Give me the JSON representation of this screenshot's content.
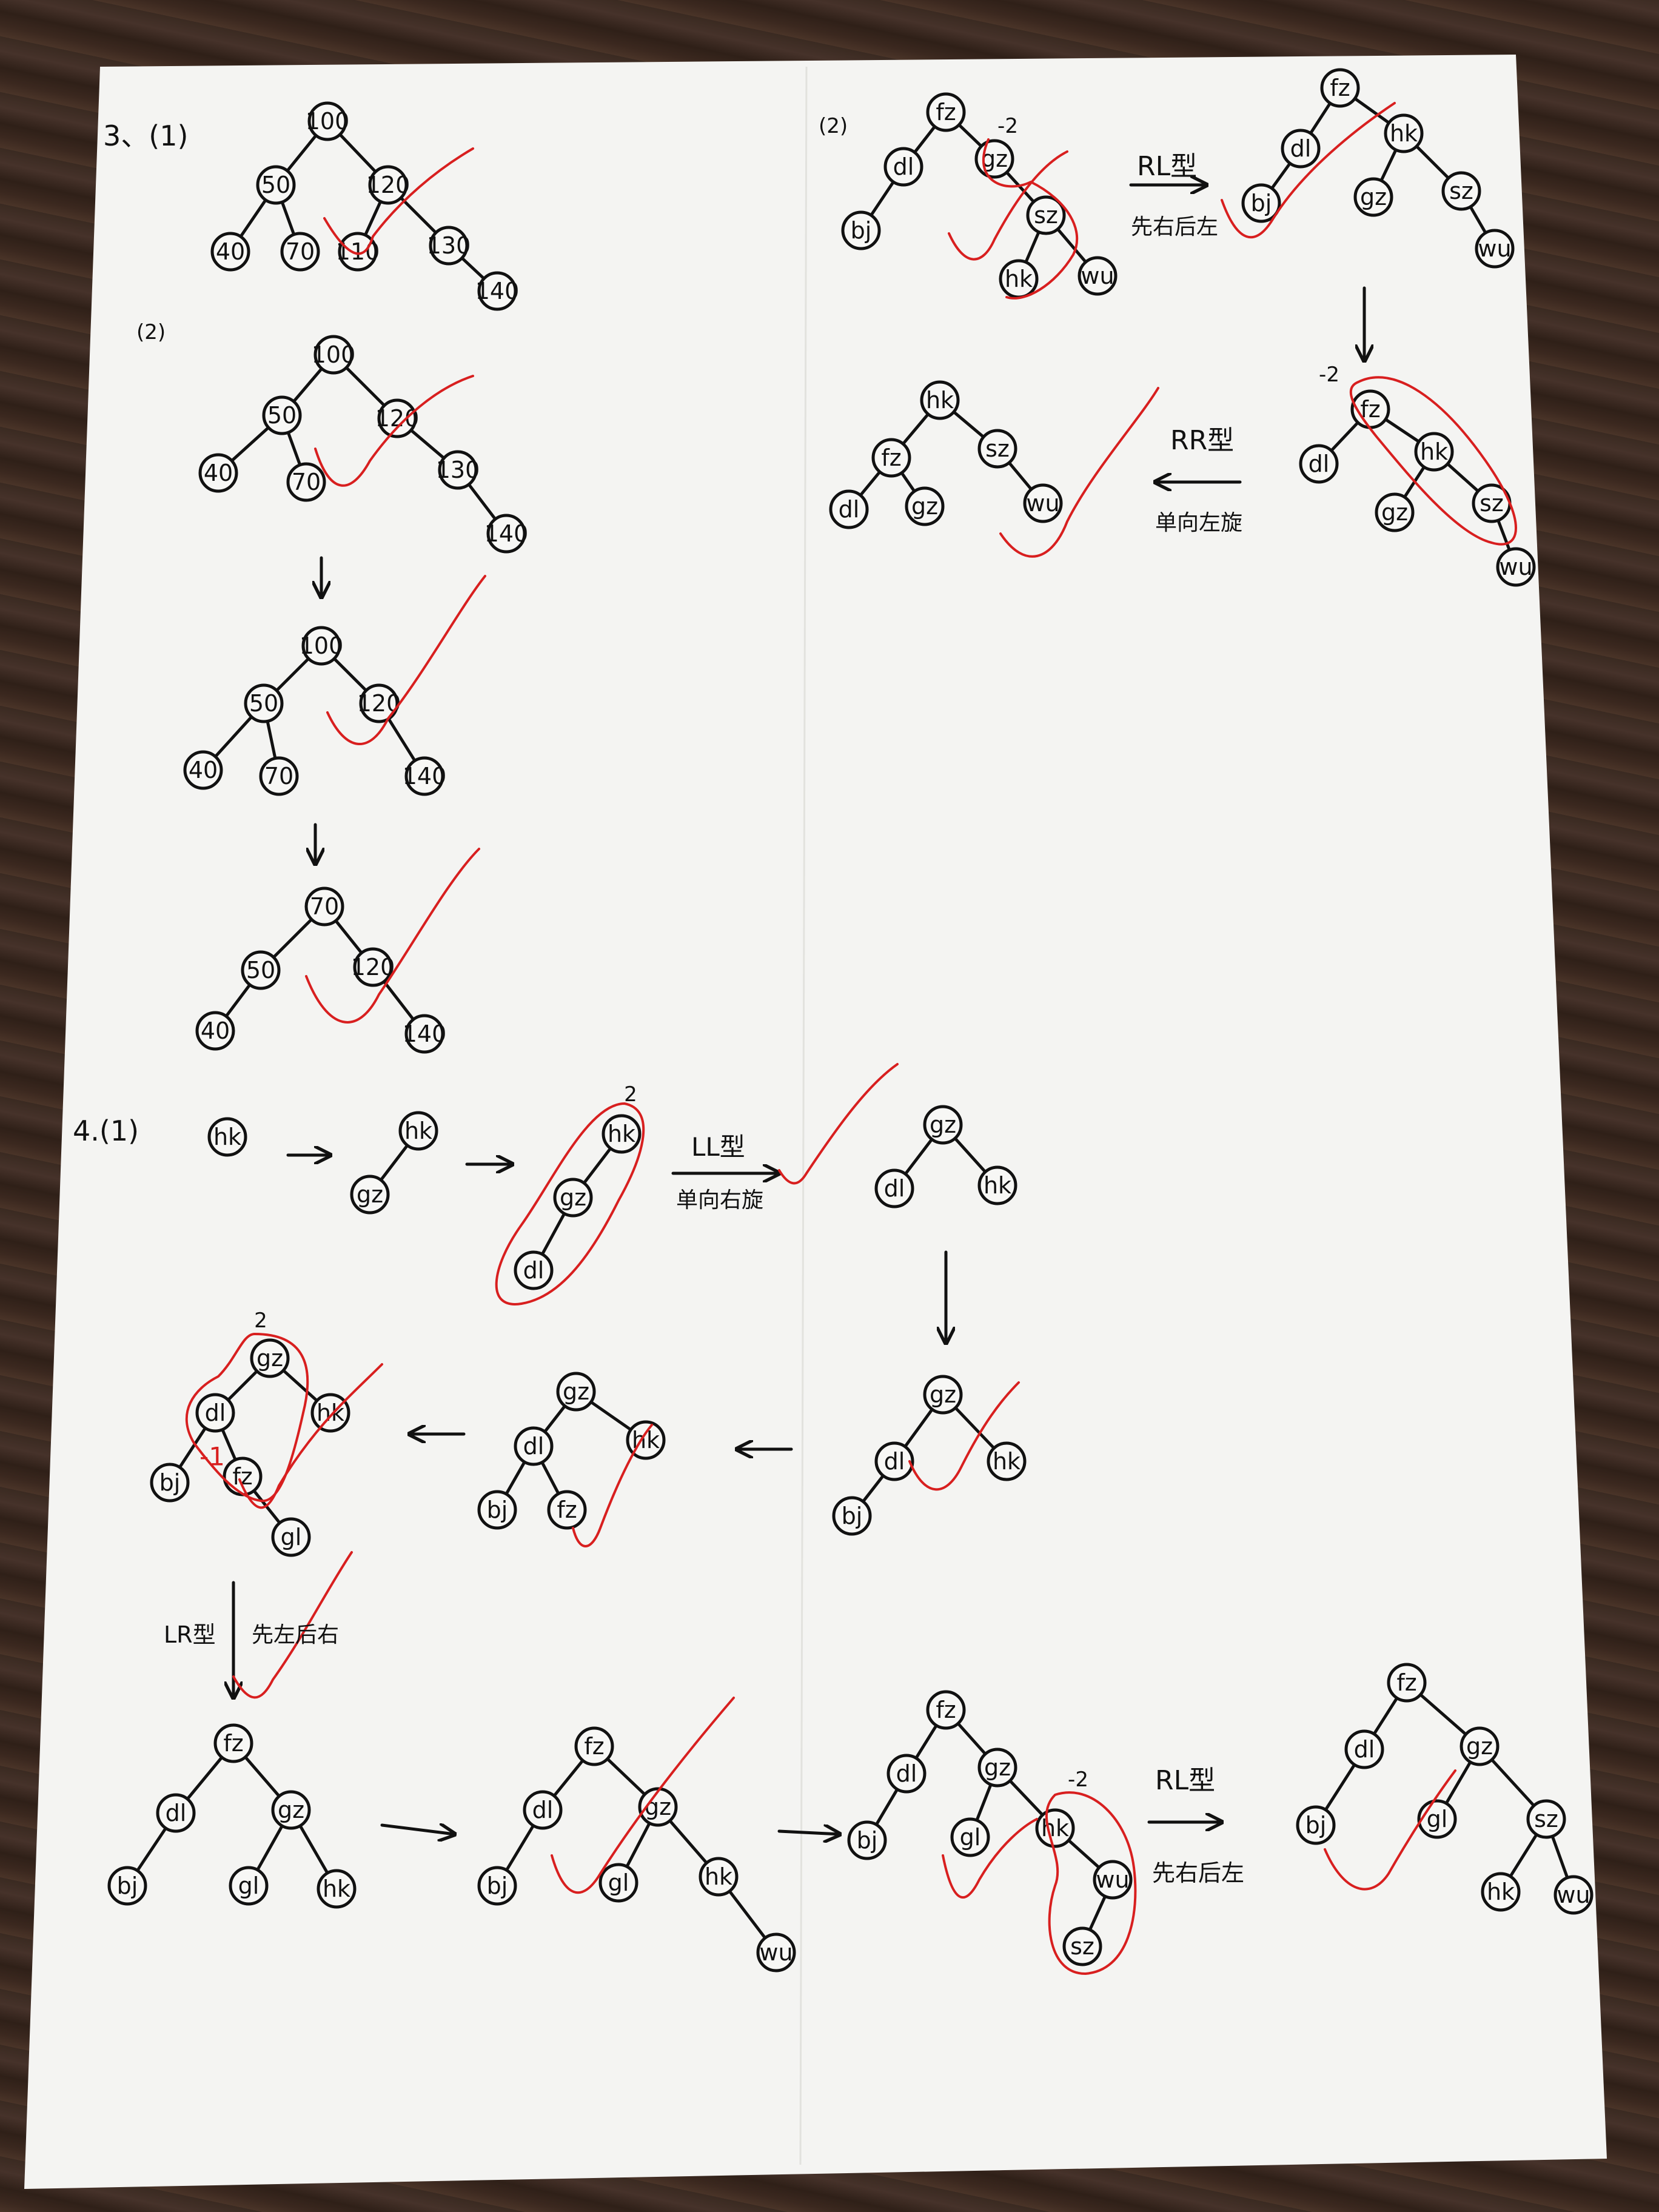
{
  "sections": {
    "q3_1": "3、(1)",
    "q3_2": "(2)",
    "q3_2b": "(2)",
    "q4_1": "4.(1)"
  },
  "rotation_labels": {
    "rl1_type": "RL型",
    "rl1_desc": "先右后左",
    "rr_type": "RR型",
    "rr_desc": "单向左旋",
    "ll_type": "LL型",
    "ll_desc": "单向右旋",
    "lr_type": "LR型",
    "lr_desc": "先左后右",
    "rl2_type": "RL型",
    "rl2_desc": "先右后左"
  },
  "balance_factors": {
    "bf_gz_top": "-2",
    "bf_fz": "-2",
    "bf_hk_ll": "2",
    "bf_gz_lr": "2",
    "bf_dl_lr": "-1",
    "bf_hk_rl2": "-2"
  },
  "trees": [
    {
      "name": "t3-1-bst",
      "nodes": [
        [
          "100",
          540,
          200
        ],
        [
          "50",
          455,
          305
        ],
        [
          "120",
          640,
          305
        ],
        [
          "40",
          380,
          415
        ],
        [
          "70",
          495,
          415
        ],
        [
          "110",
          590,
          415
        ],
        [
          "130",
          740,
          405
        ],
        [
          "140",
          820,
          480
        ]
      ],
      "edges": [
        [
          0,
          1
        ],
        [
          0,
          2
        ],
        [
          1,
          3
        ],
        [
          1,
          4
        ],
        [
          2,
          5
        ],
        [
          2,
          6
        ],
        [
          6,
          7
        ]
      ]
    },
    {
      "name": "t3-2-initial",
      "nodes": [
        [
          "100",
          550,
          585
        ],
        [
          "50",
          465,
          685
        ],
        [
          "120",
          655,
          690
        ],
        [
          "40",
          360,
          780
        ],
        [
          "70",
          505,
          795
        ],
        [
          "130",
          755,
          775
        ],
        [
          "140",
          835,
          880
        ]
      ],
      "edges": [
        [
          0,
          1
        ],
        [
          0,
          2
        ],
        [
          1,
          3
        ],
        [
          1,
          4
        ],
        [
          2,
          5
        ],
        [
          5,
          6
        ]
      ]
    },
    {
      "name": "t3-2-delete-130",
      "nodes": [
        [
          "100",
          530,
          1065
        ],
        [
          "50",
          435,
          1160
        ],
        [
          "120",
          625,
          1160
        ],
        [
          "40",
          335,
          1270
        ],
        [
          "70",
          460,
          1280
        ],
        [
          "140",
          700,
          1280
        ]
      ],
      "edges": [
        [
          0,
          1
        ],
        [
          0,
          2
        ],
        [
          1,
          3
        ],
        [
          1,
          4
        ],
        [
          2,
          5
        ]
      ]
    },
    {
      "name": "t3-2-delete-100",
      "nodes": [
        [
          "70",
          535,
          1495
        ],
        [
          "50",
          430,
          1600
        ],
        [
          "120",
          615,
          1595
        ],
        [
          "40",
          355,
          1700
        ],
        [
          "140",
          700,
          1705
        ]
      ],
      "edges": [
        [
          0,
          1
        ],
        [
          0,
          2
        ],
        [
          1,
          3
        ],
        [
          2,
          4
        ]
      ]
    },
    {
      "name": "t3-2b-unbalanced",
      "nodes": [
        [
          "fz",
          1560,
          185
        ],
        [
          "dl",
          1490,
          275
        ],
        [
          "gz",
          1640,
          262
        ],
        [
          "bj",
          1420,
          380
        ],
        [
          "sz",
          1725,
          355
        ],
        [
          "hk",
          1680,
          460
        ],
        [
          "wu",
          1810,
          455
        ]
      ],
      "edges": [
        [
          0,
          1
        ],
        [
          0,
          2
        ],
        [
          1,
          3
        ],
        [
          2,
          4
        ],
        [
          4,
          5
        ],
        [
          4,
          6
        ]
      ]
    },
    {
      "name": "t3-2b-after-right",
      "nodes": [
        [
          "fz",
          2210,
          145
        ],
        [
          "dl",
          2145,
          245
        ],
        [
          "hk",
          2315,
          220
        ],
        [
          "bj",
          2080,
          335
        ],
        [
          "gz",
          2265,
          325
        ],
        [
          "sz",
          2410,
          315
        ],
        [
          "wu",
          2465,
          410
        ]
      ],
      "edges": [
        [
          0,
          1
        ],
        [
          0,
          2
        ],
        [
          1,
          3
        ],
        [
          2,
          4
        ],
        [
          2,
          5
        ],
        [
          5,
          6
        ]
      ]
    },
    {
      "name": "t3-2b-rr",
      "nodes": [
        [
          "fz",
          2260,
          675
        ],
        [
          "dl",
          2175,
          765
        ],
        [
          "hk",
          2365,
          745
        ],
        [
          "gz",
          2300,
          845
        ],
        [
          "sz",
          2460,
          830
        ],
        [
          "wu",
          2500,
          935
        ]
      ],
      "edges": [
        [
          0,
          1
        ],
        [
          0,
          2
        ],
        [
          2,
          3
        ],
        [
          2,
          4
        ],
        [
          4,
          5
        ]
      ]
    },
    {
      "name": "t3-2b-final",
      "nodes": [
        [
          "hk",
          1550,
          660
        ],
        [
          "fz",
          1470,
          755
        ],
        [
          "sz",
          1645,
          740
        ],
        [
          "dl",
          1400,
          840
        ],
        [
          "gz",
          1525,
          835
        ],
        [
          "wu",
          1720,
          830
        ]
      ],
      "edges": [
        [
          0,
          1
        ],
        [
          0,
          2
        ],
        [
          1,
          3
        ],
        [
          1,
          4
        ],
        [
          2,
          5
        ]
      ]
    },
    {
      "name": "t4-1-a",
      "nodes": [
        [
          "hk",
          375,
          1875
        ]
      ],
      "edges": []
    },
    {
      "name": "t4-1-b",
      "nodes": [
        [
          "hk",
          690,
          1865
        ],
        [
          "gz",
          610,
          1970
        ]
      ],
      "edges": [
        [
          0,
          1
        ]
      ]
    },
    {
      "name": "t4-1-c",
      "nodes": [
        [
          "hk",
          1025,
          1870
        ],
        [
          "gz",
          945,
          1975
        ],
        [
          "dl",
          880,
          2095
        ]
      ],
      "edges": [
        [
          0,
          1
        ],
        [
          1,
          2
        ]
      ]
    },
    {
      "name": "t4-1-ll-result",
      "nodes": [
        [
          "gz",
          1555,
          1855
        ],
        [
          "dl",
          1475,
          1960
        ],
        [
          "hk",
          1645,
          1955
        ]
      ],
      "edges": [
        [
          0,
          1
        ],
        [
          0,
          2
        ]
      ]
    },
    {
      "name": "t4-1-add-bj",
      "nodes": [
        [
          "gz",
          1555,
          2300
        ],
        [
          "dl",
          1475,
          2410
        ],
        [
          "hk",
          1660,
          2410
        ],
        [
          "bj",
          1405,
          2500
        ]
      ],
      "edges": [
        [
          0,
          1
        ],
        [
          0,
          2
        ],
        [
          1,
          3
        ]
      ]
    },
    {
      "name": "t4-1-add-fz",
      "nodes": [
        [
          "gz",
          950,
          2295
        ],
        [
          "dl",
          880,
          2385
        ],
        [
          "hk",
          1065,
          2375
        ],
        [
          "bj",
          820,
          2490
        ],
        [
          "fz",
          935,
          2490
        ]
      ],
      "edges": [
        [
          0,
          1
        ],
        [
          0,
          2
        ],
        [
          1,
          3
        ],
        [
          1,
          4
        ]
      ]
    },
    {
      "name": "t4-1-add-gl",
      "nodes": [
        [
          "gz",
          445,
          2240
        ],
        [
          "dl",
          355,
          2330
        ],
        [
          "hk",
          545,
          2330
        ],
        [
          "bj",
          280,
          2445
        ],
        [
          "fz",
          400,
          2435
        ],
        [
          "gl",
          480,
          2535
        ]
      ],
      "edges": [
        [
          0,
          1
        ],
        [
          0,
          2
        ],
        [
          1,
          3
        ],
        [
          1,
          4
        ],
        [
          4,
          5
        ]
      ]
    },
    {
      "name": "t4-1-lr-result",
      "nodes": [
        [
          "fz",
          385,
          2875
        ],
        [
          "dl",
          290,
          2990
        ],
        [
          "gz",
          480,
          2985
        ],
        [
          "bj",
          210,
          3110
        ],
        [
          "gl",
          410,
          3110
        ],
        [
          "hk",
          555,
          3115
        ]
      ],
      "edges": [
        [
          0,
          1
        ],
        [
          0,
          2
        ],
        [
          1,
          3
        ],
        [
          2,
          4
        ],
        [
          2,
          5
        ]
      ]
    },
    {
      "name": "t4-1-add-wu",
      "nodes": [
        [
          "fz",
          980,
          2880
        ],
        [
          "dl",
          895,
          2985
        ],
        [
          "gz",
          1085,
          2980
        ],
        [
          "bj",
          820,
          3110
        ],
        [
          "gl",
          1020,
          3105
        ],
        [
          "hk",
          1185,
          3095
        ],
        [
          "wu",
          1280,
          3220
        ]
      ],
      "edges": [
        [
          0,
          1
        ],
        [
          0,
          2
        ],
        [
          1,
          3
        ],
        [
          2,
          4
        ],
        [
          2,
          5
        ],
        [
          5,
          6
        ]
      ]
    },
    {
      "name": "t4-1-add-sz",
      "nodes": [
        [
          "fz",
          1560,
          2820
        ],
        [
          "dl",
          1495,
          2925
        ],
        [
          "gz",
          1645,
          2915
        ],
        [
          "bj",
          1430,
          3035
        ],
        [
          "gl",
          1600,
          3030
        ],
        [
          "hk",
          1740,
          3015
        ],
        [
          "wu",
          1835,
          3100
        ],
        [
          "sz",
          1785,
          3210
        ]
      ],
      "edges": [
        [
          0,
          1
        ],
        [
          0,
          2
        ],
        [
          1,
          3
        ],
        [
          2,
          4
        ],
        [
          2,
          5
        ],
        [
          5,
          6
        ],
        [
          6,
          7
        ]
      ]
    },
    {
      "name": "t4-1-final",
      "nodes": [
        [
          "fz",
          2320,
          2775
        ],
        [
          "dl",
          2250,
          2885
        ],
        [
          "gz",
          2440,
          2880
        ],
        [
          "bj",
          2170,
          3010
        ],
        [
          "gl",
          2370,
          3000
        ],
        [
          "sz",
          2550,
          3000
        ],
        [
          "hk",
          2475,
          3120
        ],
        [
          "wu",
          2595,
          3125
        ]
      ],
      "edges": [
        [
          0,
          1
        ],
        [
          0,
          2
        ],
        [
          1,
          3
        ],
        [
          2,
          4
        ],
        [
          2,
          5
        ],
        [
          5,
          6
        ],
        [
          5,
          7
        ]
      ]
    }
  ]
}
